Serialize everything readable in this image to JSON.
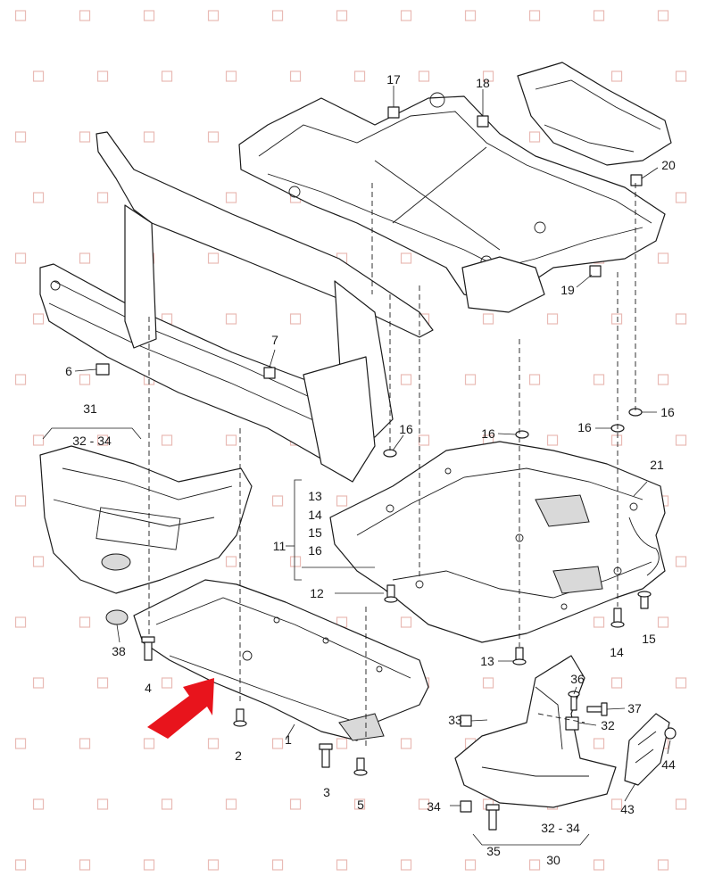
{
  "diagram": {
    "callouts": [
      {
        "id": "c1",
        "text": "1"
      },
      {
        "id": "c2",
        "text": "2"
      },
      {
        "id": "c3",
        "text": "3"
      },
      {
        "id": "c4",
        "text": "4"
      },
      {
        "id": "c5",
        "text": "5"
      },
      {
        "id": "c6",
        "text": "6"
      },
      {
        "id": "c7",
        "text": "7"
      },
      {
        "id": "c11",
        "text": "11"
      },
      {
        "id": "c12",
        "text": "12"
      },
      {
        "id": "c13a",
        "text": "13"
      },
      {
        "id": "c14a",
        "text": "14"
      },
      {
        "id": "c15a",
        "text": "15"
      },
      {
        "id": "c16a",
        "text": "16"
      },
      {
        "id": "c13b",
        "text": "13"
      },
      {
        "id": "c14b",
        "text": "14"
      },
      {
        "id": "c15b",
        "text": "15"
      },
      {
        "id": "c16b",
        "text": "16"
      },
      {
        "id": "c16c",
        "text": "16"
      },
      {
        "id": "c16d",
        "text": "16"
      },
      {
        "id": "c16e",
        "text": "16"
      },
      {
        "id": "c17",
        "text": "17"
      },
      {
        "id": "c18",
        "text": "18"
      },
      {
        "id": "c19",
        "text": "19"
      },
      {
        "id": "c20",
        "text": "20"
      },
      {
        "id": "c21",
        "text": "21"
      },
      {
        "id": "c30",
        "text": "30"
      },
      {
        "id": "c31",
        "text": "31"
      },
      {
        "id": "c3234a",
        "text": "32 - 34"
      },
      {
        "id": "c3234b",
        "text": "32 - 34"
      },
      {
        "id": "c32",
        "text": "32"
      },
      {
        "id": "c33",
        "text": "33"
      },
      {
        "id": "c34",
        "text": "34"
      },
      {
        "id": "c35",
        "text": "35"
      },
      {
        "id": "c36",
        "text": "36"
      },
      {
        "id": "c37",
        "text": "37"
      },
      {
        "id": "c38",
        "text": "38"
      },
      {
        "id": "c43",
        "text": "43"
      },
      {
        "id": "c44",
        "text": "44"
      }
    ],
    "colors": {
      "line": "#1a1a1a",
      "arrow": "#e8141c",
      "watermark": "#c0392b"
    }
  }
}
